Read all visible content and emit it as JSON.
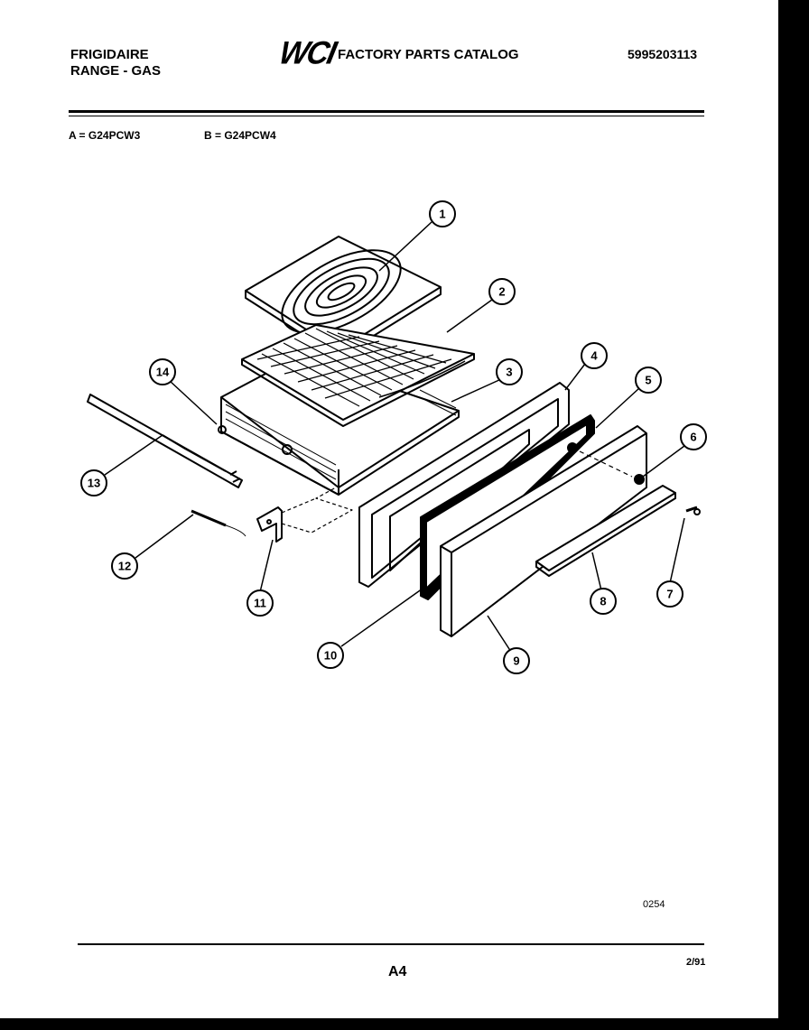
{
  "header": {
    "brand_line1": "FRIGIDAIRE",
    "brand_line2": "RANGE - GAS",
    "logo": "WCI",
    "title": "FACTORY PARTS CATALOG",
    "catalog_number": "5995203113"
  },
  "models": {
    "a": "A = G24PCW3",
    "b": "B = G24PCW4"
  },
  "callouts": [
    "1",
    "2",
    "3",
    "4",
    "5",
    "6",
    "7",
    "8",
    "9",
    "10",
    "11",
    "12",
    "13",
    "14"
  ],
  "footer": {
    "drawing_code": "0254",
    "page_label": "A4",
    "date": "2/91"
  },
  "colors": {
    "ink": "#000000",
    "paper": "#ffffff",
    "border": "#000000"
  }
}
